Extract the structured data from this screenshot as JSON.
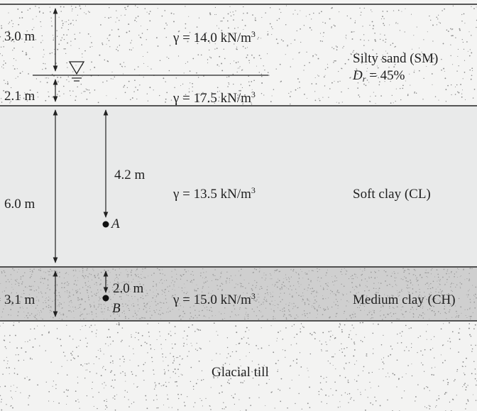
{
  "layers": [
    {
      "name": "Silty sand (SM)",
      "relative_density_symbol": "D",
      "relative_density_sub": "r",
      "relative_density_value": "= 45%",
      "sublayers": [
        {
          "thickness": "3.0 m",
          "unit_weight_value": "γ = 14.0 kN/m",
          "unit_weight_exp": "3"
        },
        {
          "thickness": "2.1 m",
          "unit_weight_value": "γ = 17.5 kN/m",
          "unit_weight_exp": "3"
        }
      ]
    },
    {
      "name": "Soft clay (CL)",
      "thickness": "6.0 m",
      "unit_weight_value": "γ = 13.5 kN/m",
      "unit_weight_exp": "3",
      "point_depth": "4.2 m",
      "point_label": "A"
    },
    {
      "name": "Medium clay (CH)",
      "thickness": "3.1 m",
      "unit_weight_value": "γ = 15.0 kN/m",
      "unit_weight_exp": "3",
      "point_depth": "2.0 m",
      "point_label": "B"
    },
    {
      "name": "Glacial till"
    }
  ],
  "water_table_symbol": "▽",
  "colors": {
    "silty_sand": "#f4f4f3",
    "soft_clay": "#e9eaea",
    "medium_clay": "#cfcfcf",
    "glacial_till": "#f3f3f2",
    "lines": "#222222"
  }
}
